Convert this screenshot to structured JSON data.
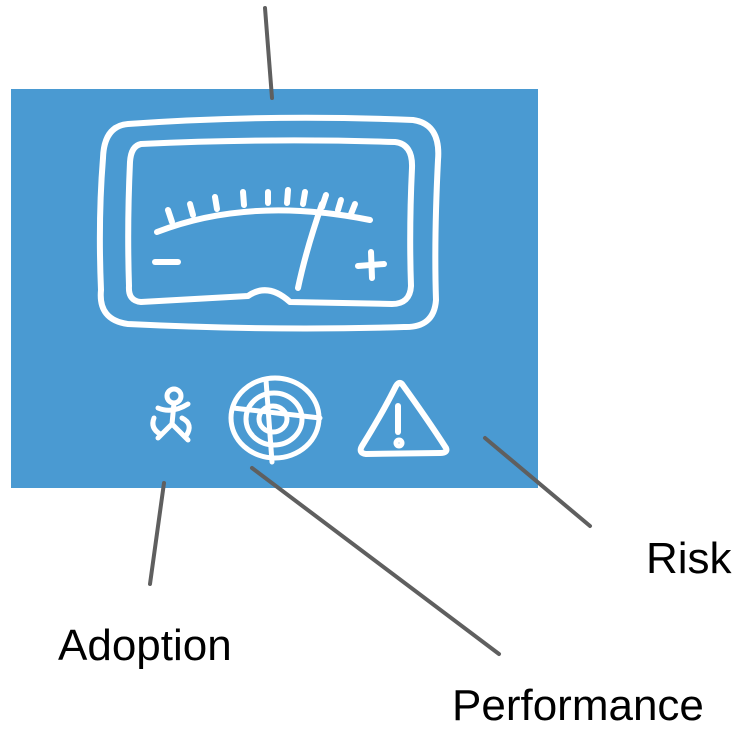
{
  "colors": {
    "panel": "#4a9ad2",
    "sketch": "#ffffff",
    "leader": "#5f5f5f",
    "text": "#000000"
  },
  "labels": {
    "adoption": "Adoption",
    "performance": "Performance",
    "risk": "Risk"
  },
  "icons": {
    "gauge": "gauge-meter-icon",
    "adoption": "person-icon",
    "performance": "target-icon",
    "risk": "warning-triangle-icon"
  },
  "gauge": {
    "minus": "−",
    "plus": "+"
  }
}
